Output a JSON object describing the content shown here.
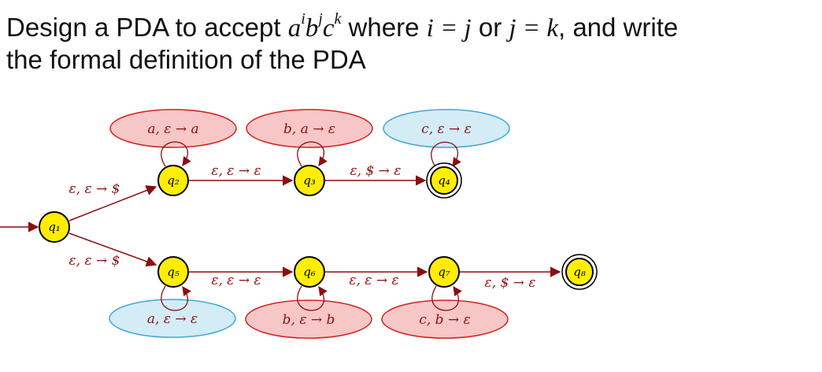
{
  "title": {
    "line1_prefix": "Design a PDA to accept ",
    "line1_lang_a": "a",
    "line1_lang_i": "i",
    "line1_lang_b": "b",
    "line1_lang_j": "j",
    "line1_lang_c": "c",
    "line1_lang_k": "k",
    "line1_where": " where ",
    "line1_cond1": "i = j",
    "line1_or": " or ",
    "line1_cond2": "j = k",
    "line1_suffix": ", and write",
    "line2": "the formal definition of the PDA"
  },
  "states": {
    "q1": "q₁",
    "q2": "q₂",
    "q3": "q₃",
    "q4": "q₄",
    "q5": "q₅",
    "q6": "q₆",
    "q7": "q₇",
    "q8": "q₈"
  },
  "transitions": {
    "q1_q2": "ε, ε → $",
    "q1_q5": "ε, ε → $",
    "q2_q3": "ε, ε → ε",
    "q3_q4": "ε, $ → ε",
    "q5_q6": "ε, ε → ε",
    "q6_q7": "ε, ε → ε",
    "q7_q8": "ε, $ → ε",
    "loop_q2": "a, ε → a",
    "loop_q3": "b, a → ε",
    "loop_q4": "c, ε → ε",
    "loop_q5": "a, ε → ε",
    "loop_q6": "b, ε → b",
    "loop_q7": "c, b → ε"
  },
  "colors": {
    "state_fill": "#ffee00",
    "edge": "#8a0f0f",
    "pink_fill": "#f7c6c6",
    "pink_stroke": "#d42020",
    "blue_fill": "#d3ecf6",
    "blue_stroke": "#3fa8d4"
  }
}
